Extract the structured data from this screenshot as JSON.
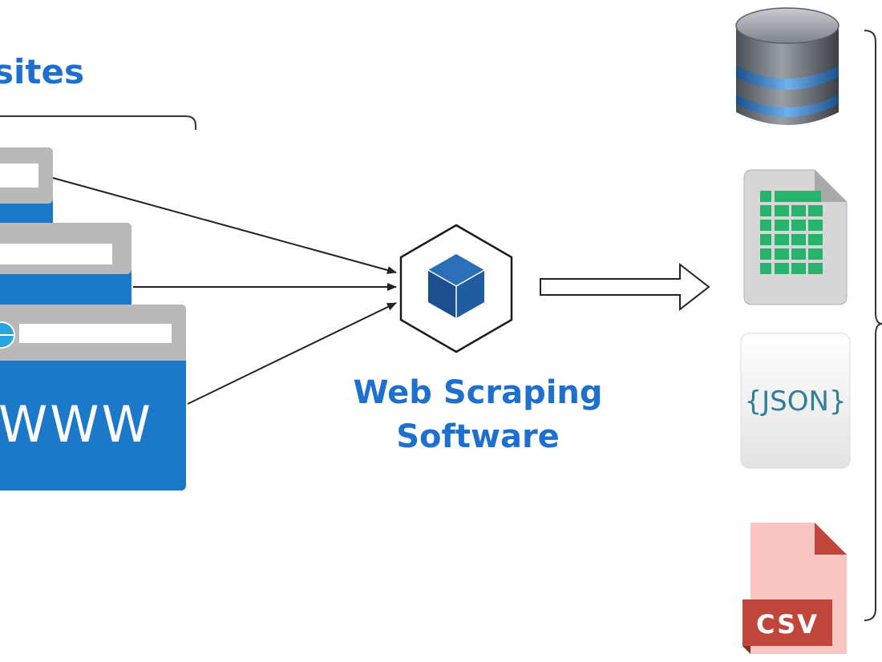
{
  "sources": {
    "heading": "sites",
    "window_label": "WWW"
  },
  "processor": {
    "label_line1": "Web Scraping",
    "label_line2": "Software"
  },
  "outputs": {
    "json_label": "{JSON}",
    "csv_label": "CSV"
  },
  "colors": {
    "accent_text": "#1f6fcf",
    "window_blue": "#1c78c9",
    "window_bar": "#b9b9b9",
    "cube_fill": "#1d5ea8",
    "spreadsheet_green": "#26b36b",
    "csv_red": "#c0463c"
  },
  "icons": [
    "database-icon",
    "spreadsheet-icon",
    "json-file-icon",
    "csv-file-icon",
    "web-scraping-cube-icon",
    "globe-icon"
  ]
}
